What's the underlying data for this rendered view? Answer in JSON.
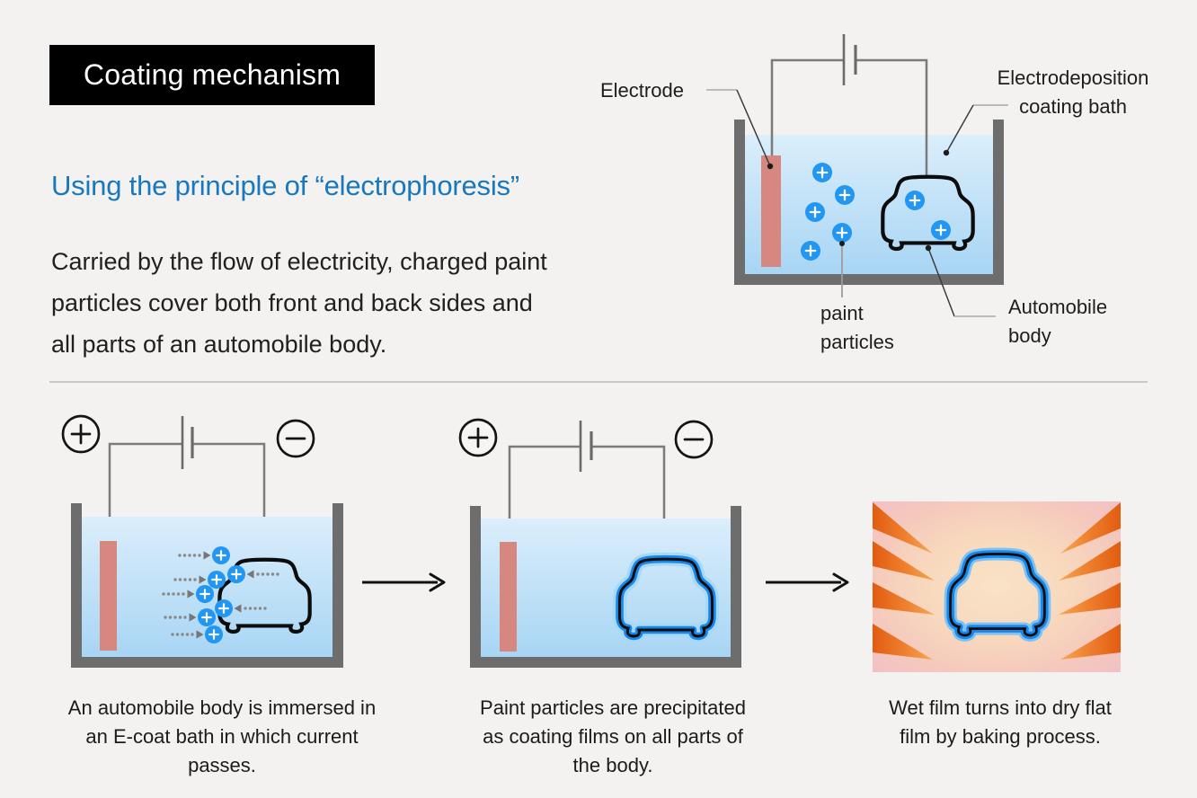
{
  "header": {
    "title": "Coating mechanism",
    "subtitle": "Using the principle of “electrophoresis”",
    "body_lines": [
      "Carried by the flow of electricity, charged paint",
      "particles cover both front and back sides and",
      "all parts of an automobile body."
    ]
  },
  "main_diagram": {
    "labels": {
      "electrode": "Electrode",
      "bath": [
        "Electrodeposition",
        "coating bath"
      ],
      "paint_particles": [
        "paint",
        "particles"
      ],
      "automobile_body": [
        "Automobile",
        "body"
      ]
    },
    "icons": {
      "battery_icon": "battery-cell-lines",
      "paint_particle_icon": "+",
      "label_pointer_icon": "dot-with-leader-line"
    }
  },
  "steps": [
    {
      "icons": {
        "positive_terminal": "+",
        "negative_terminal": "−",
        "particle_motion_icon": "dotted-arrow"
      },
      "caption_lines": [
        "An automobile body is immersed in",
        "an E-coat bath in which current",
        "passes."
      ]
    },
    {
      "icons": {
        "positive_terminal": "+",
        "negative_terminal": "−"
      },
      "caption_lines": [
        "Paint particles are precipitated",
        "as coating films on all parts of",
        "the body."
      ]
    },
    {
      "icons": {
        "heat_ray_icon": "orange-heat-wedge",
        "step_arrow_icon": "right-arrow"
      },
      "caption_lines": [
        "Wet film turns into dry flat",
        "film by baking process."
      ]
    }
  ],
  "colors": {
    "background": "#f4f2f0",
    "title_box_bg": "#000000",
    "title_box_text": "#ffffff",
    "subtitle_blue": "#1878be",
    "body_text": "#202020",
    "particle_blue": "#2196f3",
    "electrode_pink": "#d6877f",
    "tank_gray": "#6d6d6d",
    "water_top": "#dbeefb",
    "water_bottom": "#a7d5f4",
    "coating_blue": "#1787e9",
    "coating_halo": "#a8d8f8",
    "car_outline": "#0c0c0c",
    "heat_orange": "#e8661c",
    "oven_pink": "#f2c0c4",
    "wire_gray": "#7b7b7b"
  }
}
